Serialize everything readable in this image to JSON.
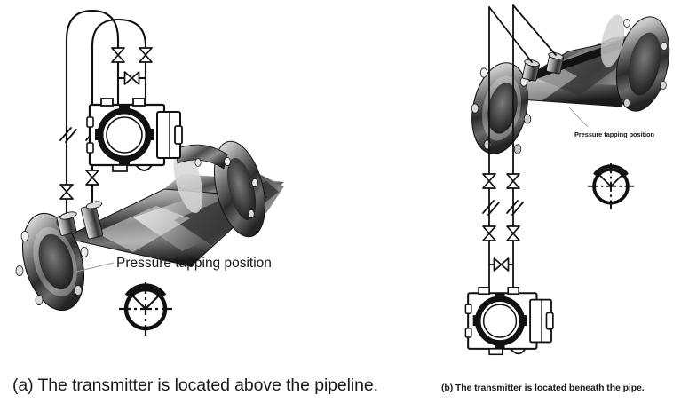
{
  "figure": {
    "background_color": "#ffffff",
    "line_color": "#111111",
    "panels": [
      {
        "id": "a",
        "caption": "(a) The transmitter is located above the pipeline.",
        "tapping_label": "Pressure tapping position",
        "transmitter_position": "above",
        "impulse_line_count": 2,
        "valve_count_per_line": 2,
        "equalizing_valve_count": 1,
        "break_mark_count": 2,
        "pipe_type": "flanged venturi flow element (cutaway)",
        "flange_count": 2,
        "tapping_nozzle_count": 2,
        "orientation_icon": "pipe-cross-section-tapping-angle"
      },
      {
        "id": "b",
        "caption": "(b) The transmitter is located beneath the pipe.",
        "tapping_label": "Pressure tapping position",
        "transmitter_position": "beneath",
        "impulse_line_count": 2,
        "valve_count_per_line": 2,
        "equalizing_valve_count": 1,
        "break_mark_count": 2,
        "pipe_type": "flanged venturi flow element (cutaway)",
        "flange_count": 2,
        "tapping_nozzle_count": 2,
        "orientation_icon": "pipe-cross-section-tapping-angle"
      }
    ]
  }
}
